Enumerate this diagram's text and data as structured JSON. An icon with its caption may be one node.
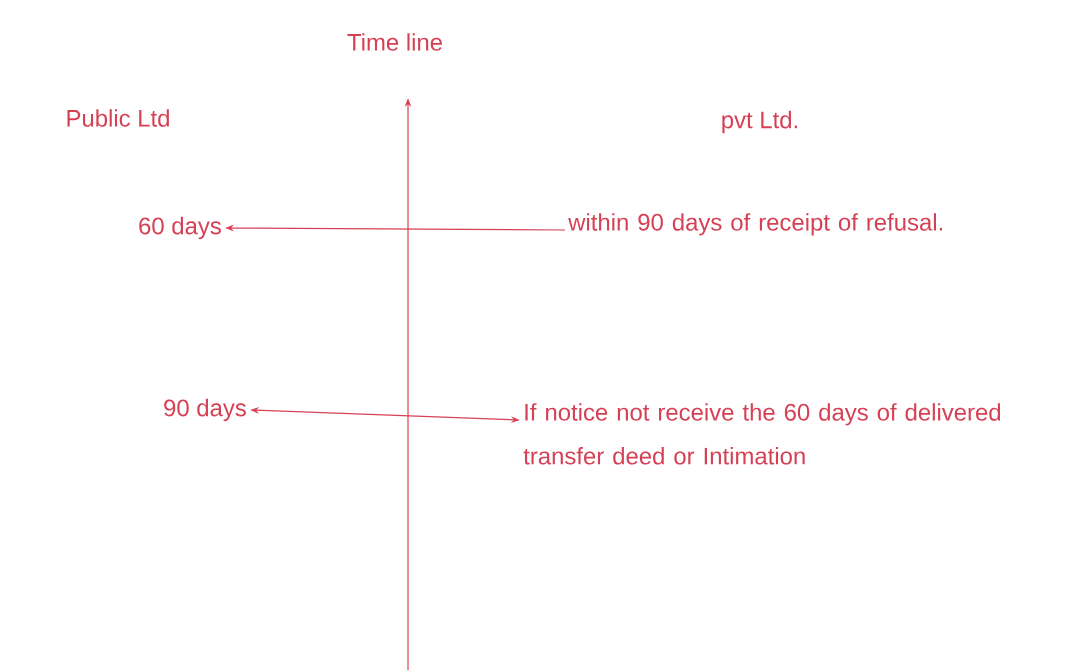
{
  "diagram": {
    "title": "Time line",
    "nodes": [
      {
        "text": [
          "60 days"
        ]
      },
      {
        "text": [
          "within 90 days of receipt of refusal."
        ]
      },
      {
        "text": [
          "90 days"
        ]
      },
      {
        "text": [
          "If notice not receive the 60 days of delivered transfer deed or Intimation"
        ]
      }
    ],
    "edges": [
      {
        "from": 1,
        "to": 0,
        "arrow": "to"
      },
      {
        "from": 2,
        "to": 3,
        "arrow": "both"
      }
    ],
    "labels": [
      "Public Ltd",
      "pvt Ltd."
    ]
  }
}
